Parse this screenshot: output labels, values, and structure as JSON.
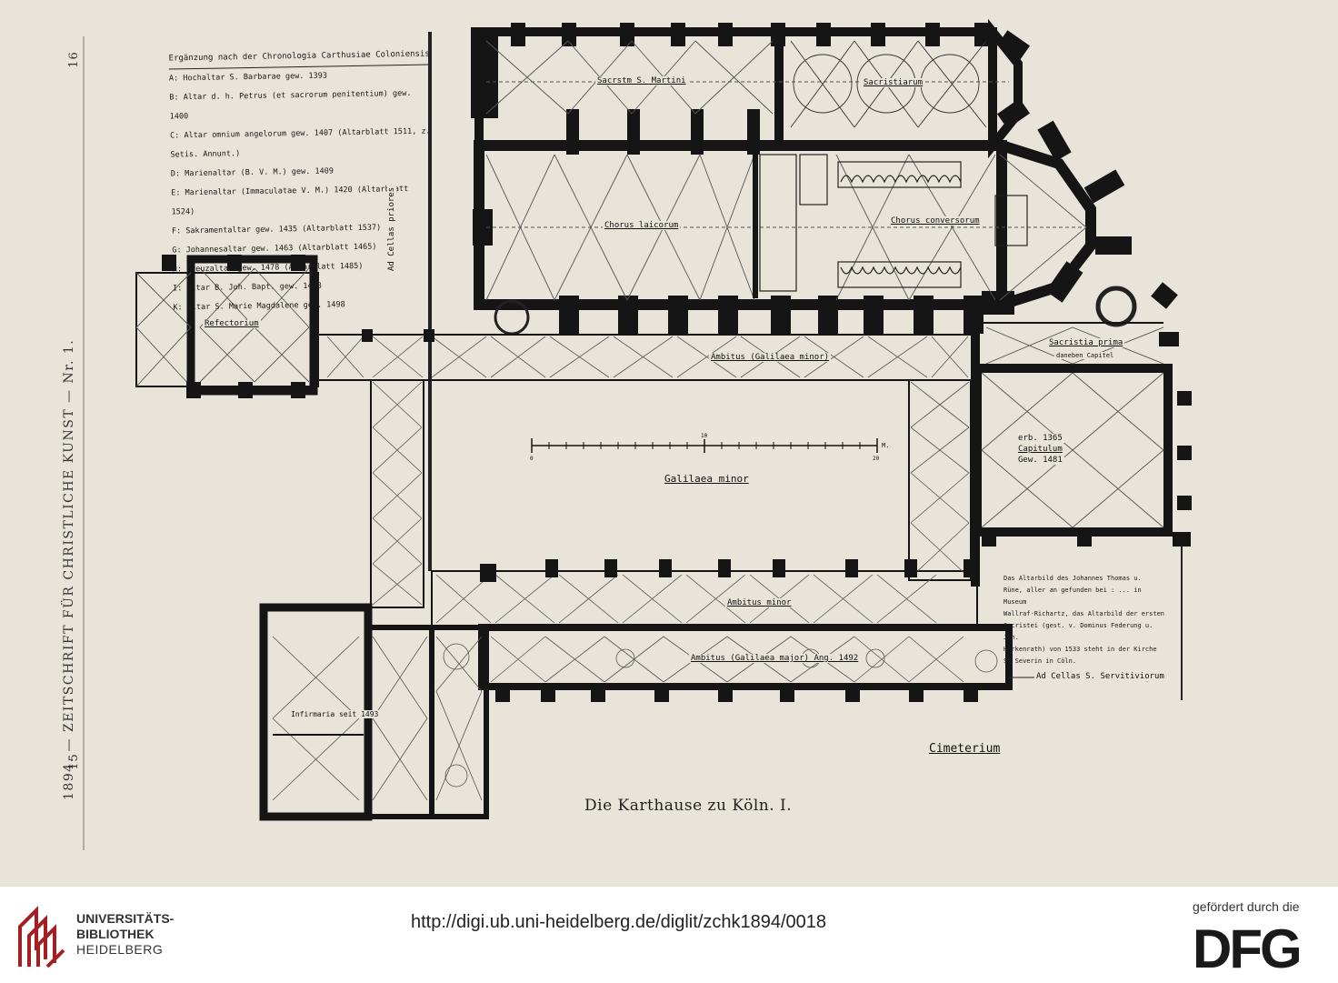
{
  "page": {
    "running_head": "1894. — ZEITSCHRIFT FÜR CHRISTLICHE KUNST — Nr. 1.",
    "page_number_top": "16",
    "page_number_bottom": "15",
    "caption": "Die Karthause zu Köln. I."
  },
  "legend": {
    "heading": "Ergänzung nach der Chronologia Carthusiae Coloniensis",
    "items": [
      "A: Hochaltar S. Barbarae gew. 1393",
      "B: Altar d. h. Petrus (et sacrorum penitentium) gew. 1400",
      "C: Altar omnium angelorum gew. 1407 (Altarblatt 1511, z. Setis. Annunt.)",
      "D: Marienaltar (B. V. M.) gew. 1409",
      "E: Marienaltar (Immaculatae V. M.) 1420 (Altarblatt 1524)",
      "F: Sakramentaltar gew. 1435 (Altarblatt 1537)",
      "G: Johannesaltar gew. 1463 (Altarblatt 1465)",
      "H: Kreuzaltar gew. 1478 (Altarblatt 1485)",
      "I: Altar B. Joh. Bapt. gew. 1498",
      "K: Altar S. Marie Magdalene gew. 1498"
    ]
  },
  "labels": {
    "sacristy_martini": "Sacrstm S. Martini",
    "sacristy": "Sacristiarum",
    "chorus_laicorum": "Chorus laicorum",
    "chorus_conversorum": "Chorus conversorum",
    "refectorium": "Refectorium",
    "ad_cellas_1": "Ad Cellas priores",
    "ambitus_galilaea_minor": "Ambitus (Galilaea minor)",
    "sacristia_prima": "Sacristia prima",
    "sacristia_prima_sub": "daneben Capitel",
    "capitulum_year": "erb. 1365",
    "capitulum": "Capitulum",
    "capitulum_sub": "Gew. 1481",
    "galilaea_minor": "Galilaea minor",
    "ambitus_minor": "Ambitus minor",
    "ambitus_galilaea_major": "Ambitus (Galilaea major) Ang. 1492",
    "infirmaria": "Infirmaria seit 1493",
    "coemeterium": "Cimeterium",
    "ad_cellas_2": "Ad Cellas S. Servitiviorum",
    "scale_0": "0",
    "scale_10": "10",
    "scale_20": "20",
    "scale_unit": "M."
  },
  "note": {
    "lines": [
      "Das Altarbild des Johannes Thomas u.",
      "Rüne, aller an gefunden bei : ... in Museum",
      "Wallraf-Richartz, das Altarbild der ersten",
      "Sacristei (gest. v. Dominus Federung u. Joh.",
      "Herkenrath) von 1533 steht in der Kirche",
      "S. Severin in Cöln."
    ]
  },
  "footer": {
    "library_line1": "UNIVERSITÄTS-",
    "library_line2": "BIBLIOTHEK",
    "library_line3": "HEIDELBERG",
    "url": "http://digi.ub.uni-heidelberg.de/diglit/zchk1894/0018",
    "funded_by": "gefördert durch die",
    "funder": "DFG"
  },
  "colors": {
    "paper": "#e8e4d9",
    "ink": "#151515",
    "brand_red": "#a41e22"
  }
}
